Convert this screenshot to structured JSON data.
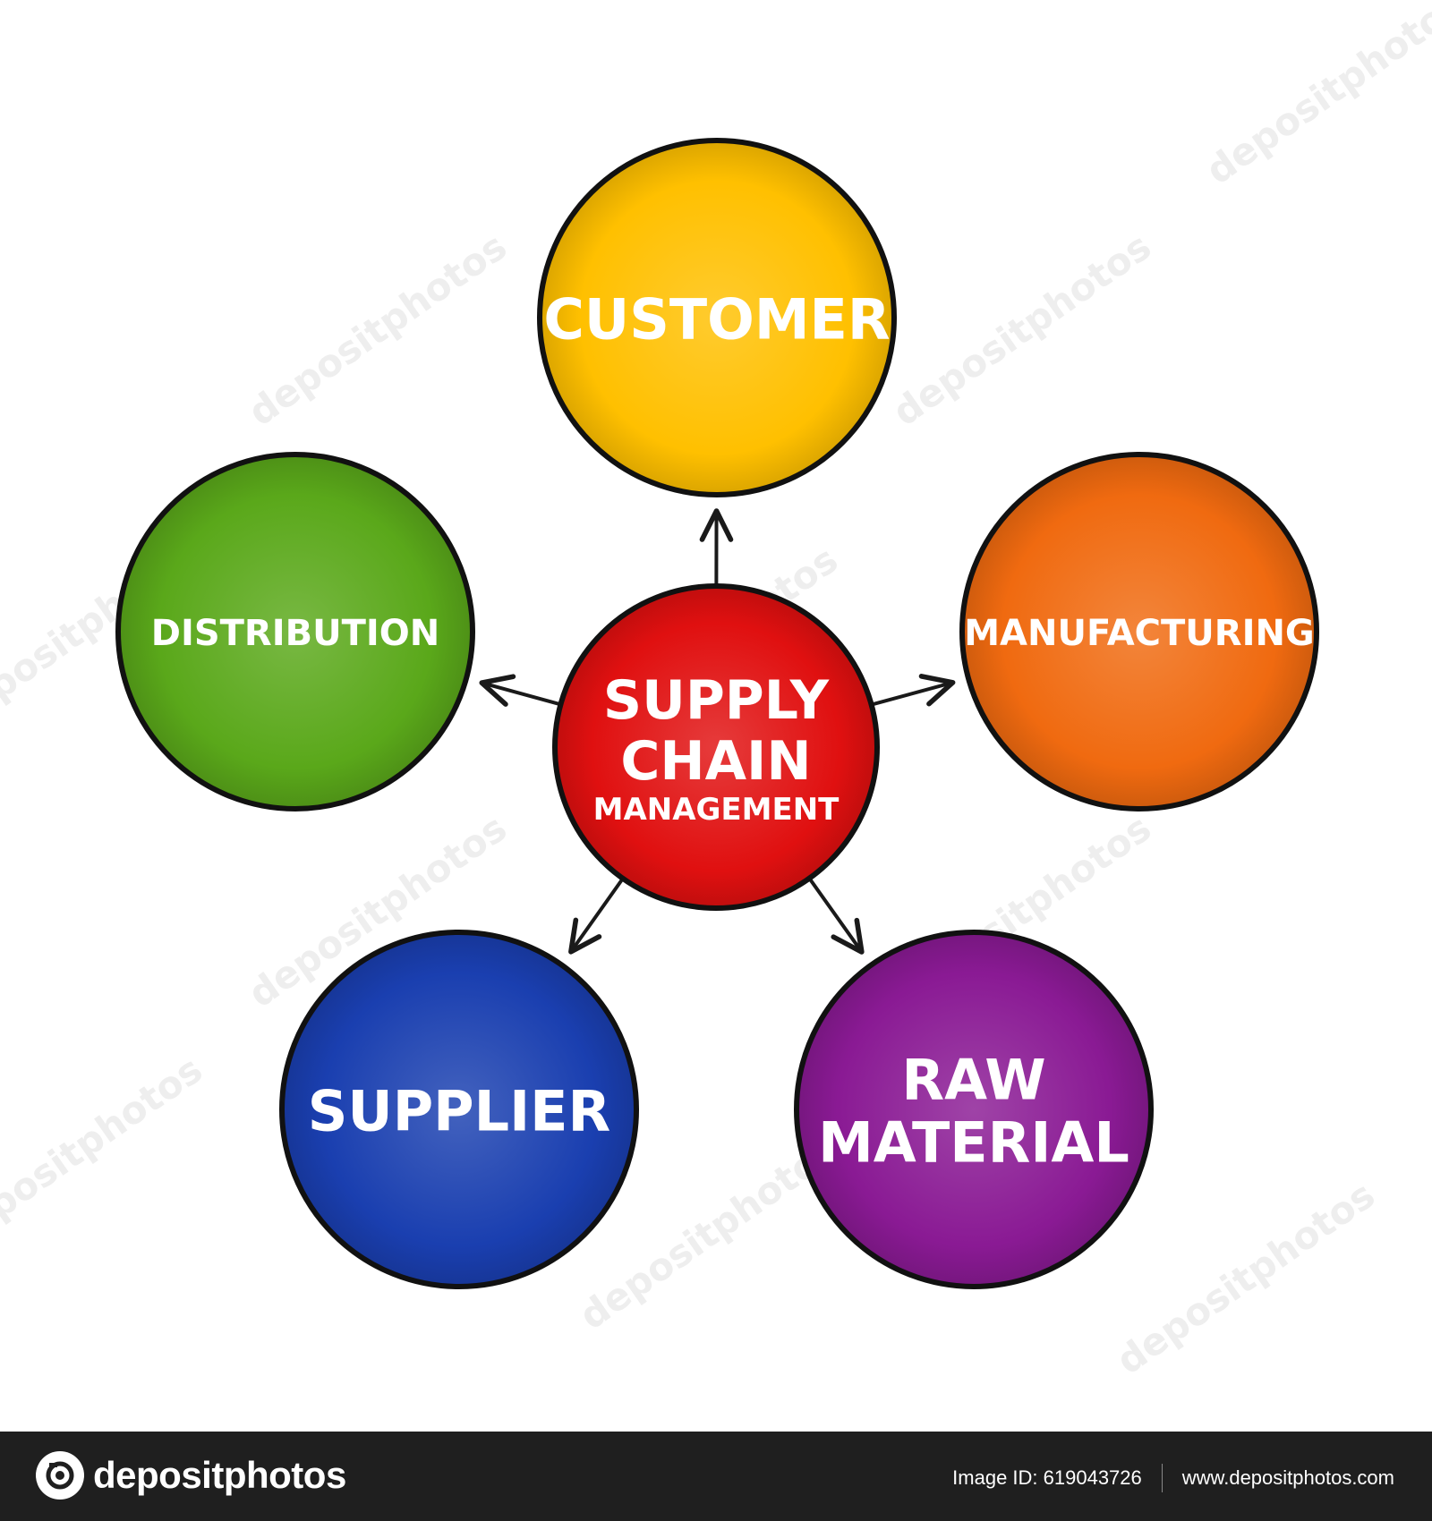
{
  "diagram": {
    "center": {
      "lines": [
        "SUPPLY",
        "CHAIN",
        "MANAGEMENT"
      ],
      "color": "#e01010"
    },
    "nodes": [
      {
        "id": "customer",
        "lines": [
          "CUSTOMER"
        ],
        "color": "#ffc000"
      },
      {
        "id": "manufacturing",
        "lines": [
          "MANUFACTURING"
        ],
        "color": "#f06a10"
      },
      {
        "id": "raw-material",
        "lines": [
          "RAW",
          "MATERIAL"
        ],
        "color": "#8a1a94"
      },
      {
        "id": "supplier",
        "lines": [
          "SUPPLIER"
        ],
        "color": "#1a3fb0"
      },
      {
        "id": "distribution",
        "lines": [
          "DISTRIBUTION"
        ],
        "color": "#5aa81a"
      }
    ]
  },
  "watermark": "depositphotos",
  "footer": {
    "brand": "depositphotos",
    "image_id": "Image ID: 619043726",
    "url": "www.depositphotos.com"
  }
}
